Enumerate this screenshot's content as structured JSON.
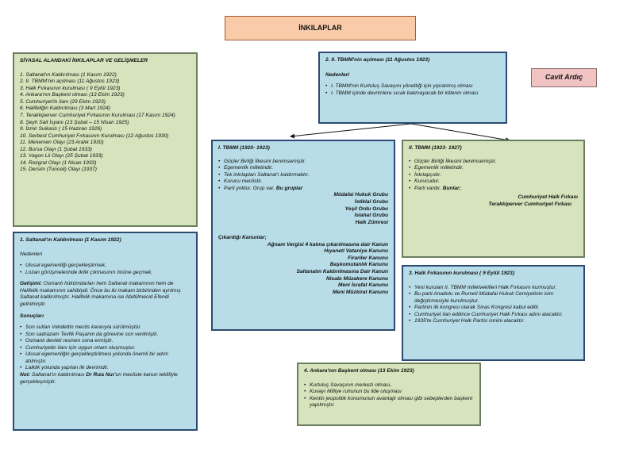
{
  "title": "İNKILAPLAR",
  "author": "Cavit Ardıç",
  "siyasal": {
    "heading": "SİYASAL ALANDAKİ İNKILAPLAR VE GELİŞMELER",
    "items": [
      "1. Saltanat'ın Kaldırılması (1 Kasım 1922)",
      "2. II. TBMM'nin açılması (11 Ağustos 1923)",
      "3. Halk Fırkasının kurulması ( 9 Eylül 1923)",
      "4. Ankara'nın Başkent olması (13 Ekim 1923)",
      "5. Cumhuriyet'in ilanı (29 Ekim 1923)",
      "6. Halifeliğin Kaldırılması (3 Mart 1924)",
      "7. Terakkiperver Cumhuriyet Fırkasının Kurulması (17 Kasım 1924)",
      "8. Şeyh Sait İsyanı (13 Şubat – 15 Nisan 1925)",
      "9. İzmir Suikastı ( 15 Haziran 1926)",
      "10. Serbest Cumhuriyet Fırkasının Kurulması (12 Ağustos 1930)",
      "11. Menemen Olayı (23 Aralık 1930)",
      "12. Bursa Olayı (1 Şubat 1933)",
      "13. Vagon Lii Olayı (25 Şubat 1933)",
      "14. Rozgrat Olayı (1 Nisan 1933)",
      "15. Dersim (Tunceli) Olayı (1937)"
    ]
  },
  "saltanat": {
    "heading": "1. Saltanat'ın Kaldırılması (1 Kasım 1922)",
    "nedenleri_label": "Nedenleri",
    "nedenleri": [
      "Ulusal egemenliği gerçekleştirmek,",
      "Lozan görüşmelerinde ikilik çıkmasının önüne geçmek,"
    ],
    "gelisimi_label": "Gelişimi:",
    "gelisimi_text": "Osmanlı hükümdarları hem Saltanat makamının hem de Halifelik makamının sahibiydi. Önce bu iki makam birbirinden ayrılmış Saltanat kaldırılmıştır. Halifelik makamına ise Abdülmecid Efendi getirilmiştir.",
    "sonuclari_label": "Sonuçları",
    "sonuclari": [
      "Son sultan Vahdettin meclis kararıyla sürülmüştür.",
      "Son sadrazam Tevfik Paşanın da görevine son verilmiştir.",
      "Osmanlı devleti resmen sona ermiştir.",
      "Cumhuriyetin ilanı için uygun ortam oluşmuştur.",
      "Ulusal egemenliğin gerçekleştirilmesi yolunda önemli bir adım atılmıştır.",
      "Laiklik yolunda yapılan ilk devrimdir."
    ],
    "not_label": "Not:",
    "not_text_1": "Saltanat'ın kaldırılması",
    "not_bold": "Dr Rıza Nur",
    "not_text_2": "'un mecliste kanun teklifiyle gerçekleşmiştir."
  },
  "tbmm2_open": {
    "heading": "2. II. TBMM'nin açılması (11 Ağustos 1923)",
    "nedenleri_label": "Nedenleri",
    "items": [
      "I. TBMM'nin Kurtuluş Savaşını yönettiği için yıpranmış olması",
      "I. TBMM içinde devrimlere sıcak bakmayacak bir kitlenin olması"
    ]
  },
  "tbmm1": {
    "heading": "I. TBMM (1920- 1923)",
    "items": [
      "Güçler Birliği İlkesini benimsemiştir.",
      "Egemenlik milletindir.",
      "Tek inkılapları Saltanat'ı kaldırmaktır.",
      "Kurucu meclistir."
    ],
    "parti_text": "Parti yoktur. Grup var.",
    "parti_bold": "Bu gruplar",
    "groups": [
      "Müdafai Hukuk Grubu",
      "İstiklal Grubu",
      "Yeşil Ordu Grubu",
      "Islahat Grubu",
      "Halk Zümresi"
    ],
    "kanunlar_label": "Çıkardığı Kanunlar;",
    "kanunlar": [
      "Ağnam Vergisi 4 katına çıkarılmasına dair Kanun",
      "Hıyaneti Vataniye Kanunu",
      "Firariler Kanunu",
      "Başkomutanlık Kanunu",
      "Saltanatın Kaldırılmasına Dair Kanun",
      "Nisabı Müzakere Kanunu",
      "Meni İsrafat Kanunu",
      "Meni Müzkirat Kanunu"
    ]
  },
  "tbmm2": {
    "heading": "II. TBMM (1923- 1927)",
    "items": [
      "Güçler Birliği İlkesini benimsemiştir.",
      "Egemenlik milletindir.",
      "İnkılapçıdır.",
      "Kurucudur."
    ],
    "parti_text": "Parti vardır.",
    "parti_bold": "Bunlar;",
    "parties": [
      "Cumhuriyet Halk Fırkası",
      "Terakkiperver Cumhuriyet Fırkası"
    ]
  },
  "halk": {
    "heading": "3. Halk Fırkasının kurulması ( 9 Eylül 1923)",
    "items": [
      "Yeni kurulan II. TBMM milletvekilleri Halk Fırkasını kurmuştur.",
      "Bu parti Anadolu ve Rumeli Müdafai Hukuk Cemiyetinin isim değiştirmesiyle kurulmuştur.",
      "Partinin ilk kongresi olarak Sivas Kongresi kabul edilir.",
      "Cumhuriyet ilan edilince Cumhuriyet Halk Fırkası adını alacaktır.",
      "1935'te Cumhuriyet Halk Partisi ismini alacaktır."
    ]
  },
  "ankara": {
    "heading": "4. Ankara'nın Başkent olması (13 Ekim 1923)",
    "items": [
      "Kurtuluş Savaşının merkezi olması,",
      "Kuvayı Milliye ruhunun bu ilde oluşması",
      "Kentin jeopolitik konumunun avantajlı olması gibi sebeplerden başkent yapılmıştır."
    ]
  }
}
